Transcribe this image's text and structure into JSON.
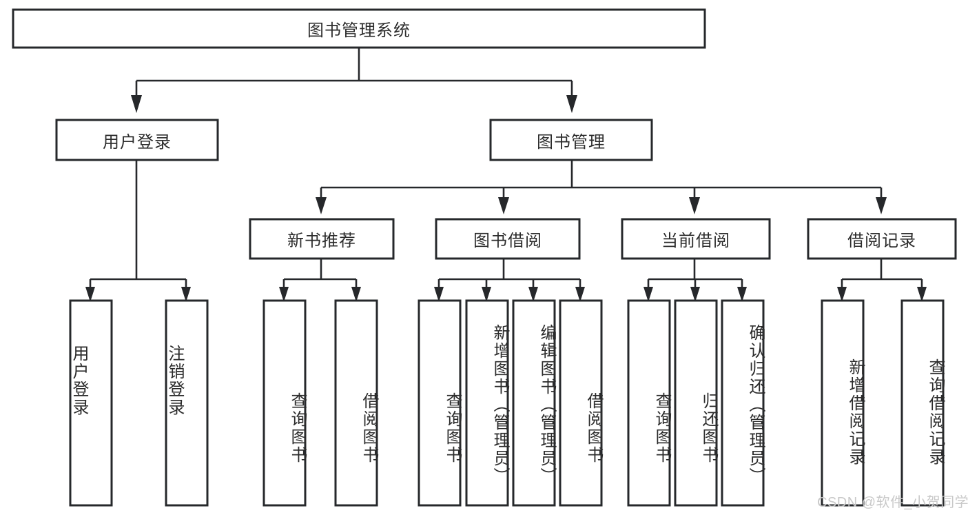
{
  "diagram": {
    "title": "图书管理系统",
    "type": "tree",
    "watermark": "CSDN @软件_小贺同学",
    "colors": {
      "box_stroke": "#26282b",
      "box_fill": "#ffffff",
      "text": "#2c2c2c",
      "background": "#ffffff",
      "watermark": "#c9c9c9"
    },
    "levels": {
      "root": {
        "label": "图书管理系统"
      },
      "level2": [
        {
          "id": "user-login",
          "label": "用户登录"
        },
        {
          "id": "book-management",
          "label": "图书管理"
        }
      ],
      "level3": [
        {
          "id": "new-book-recommend",
          "label": "新书推荐",
          "parent": "book-management"
        },
        {
          "id": "book-borrow",
          "label": "图书借阅",
          "parent": "book-management"
        },
        {
          "id": "current-borrow",
          "label": "当前借阅",
          "parent": "book-management"
        },
        {
          "id": "borrow-record",
          "label": "借阅记录",
          "parent": "book-management"
        }
      ],
      "leaves": [
        {
          "id": "leaf-user-login",
          "label": "用户登录",
          "parent": "user-login"
        },
        {
          "id": "leaf-logout",
          "label": "注销登录",
          "parent": "user-login"
        },
        {
          "id": "leaf-query-book-1",
          "label": "查询图书",
          "parent": "new-book-recommend"
        },
        {
          "id": "leaf-borrow-book-1",
          "label": "借阅图书",
          "parent": "new-book-recommend"
        },
        {
          "id": "leaf-query-book-2",
          "label": "查询图书",
          "parent": "book-borrow"
        },
        {
          "id": "leaf-add-book",
          "label": "新增图书（管理员）",
          "parent": "book-borrow"
        },
        {
          "id": "leaf-edit-book",
          "label": "编辑图书（管理员）",
          "parent": "book-borrow"
        },
        {
          "id": "leaf-borrow-book-2",
          "label": "借阅图书",
          "parent": "book-borrow"
        },
        {
          "id": "leaf-query-book-3",
          "label": "查询图书",
          "parent": "current-borrow"
        },
        {
          "id": "leaf-return-book",
          "label": "归还图书",
          "parent": "current-borrow"
        },
        {
          "id": "leaf-confirm-return",
          "label": "确认归还（管理员）",
          "parent": "current-borrow"
        },
        {
          "id": "leaf-add-record",
          "label": "新增借阅记录",
          "parent": "borrow-record"
        },
        {
          "id": "leaf-query-record",
          "label": "查询借阅记录",
          "parent": "borrow-record"
        }
      ]
    }
  }
}
